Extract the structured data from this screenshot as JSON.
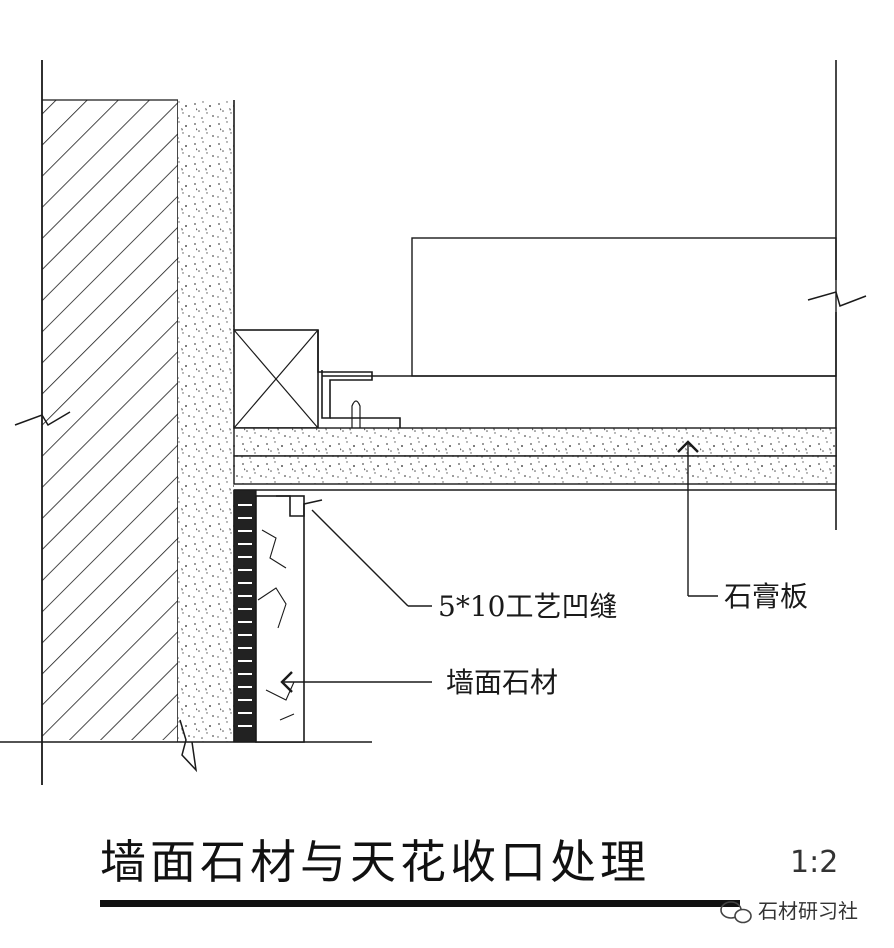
{
  "labels": {
    "groove": "5*10工艺凹缝",
    "gypsum_board": "石膏板",
    "wall_stone": "墙面石材"
  },
  "title": "墙面石材与天花收口处理",
  "scale": "1:2",
  "watermark": "石材研习社",
  "colors": {
    "line": "#1a1a1a",
    "speckle": "#555555",
    "background": "#ffffff"
  }
}
